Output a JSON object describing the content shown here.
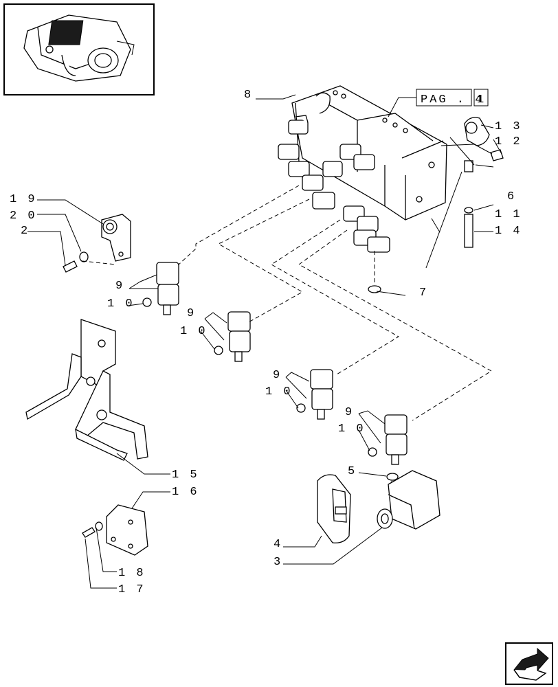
{
  "page_ref": {
    "prefix": "PAG . 4",
    "number": "1"
  },
  "callouts": [
    {
      "id": "c1",
      "text": "8"
    },
    {
      "id": "c2",
      "text": "1 3"
    },
    {
      "id": "c3",
      "text": "1 2"
    },
    {
      "id": "c4",
      "text": "6"
    },
    {
      "id": "c5",
      "text": "1 1"
    },
    {
      "id": "c6",
      "text": "1 4"
    },
    {
      "id": "c7",
      "text": "7"
    },
    {
      "id": "c8",
      "text": "1 9"
    },
    {
      "id": "c9",
      "text": "2 0"
    },
    {
      "id": "c10",
      "text": "2"
    },
    {
      "id": "c11",
      "text": "9"
    },
    {
      "id": "c12",
      "text": "1 0"
    },
    {
      "id": "c13",
      "text": "9"
    },
    {
      "id": "c14",
      "text": "1 0"
    },
    {
      "id": "c15",
      "text": "9"
    },
    {
      "id": "c16",
      "text": "1 0"
    },
    {
      "id": "c17",
      "text": "9"
    },
    {
      "id": "c18",
      "text": "1 0"
    },
    {
      "id": "c19",
      "text": "5"
    },
    {
      "id": "c20",
      "text": "4"
    },
    {
      "id": "c21",
      "text": "3"
    },
    {
      "id": "c22",
      "text": "1 5"
    },
    {
      "id": "c23",
      "text": "1 6"
    },
    {
      "id": "c24",
      "text": "1 8"
    },
    {
      "id": "c25",
      "text": "1 7"
    }
  ],
  "icons": {
    "thumbnail": "assembly-thumbnail",
    "nav": "next-page-arrow-icon"
  }
}
